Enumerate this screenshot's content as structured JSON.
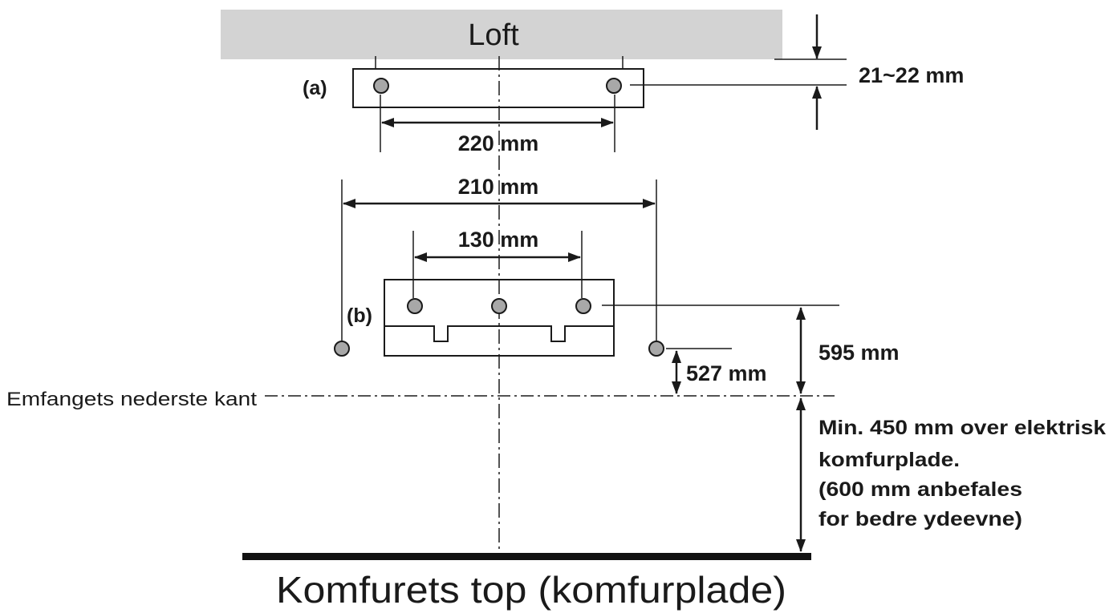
{
  "ceiling": {
    "label": "Loft",
    "color": "#d3d3d3"
  },
  "bracket_a": {
    "label": "(a)"
  },
  "bracket_b": {
    "label": "(b)"
  },
  "dimensions": {
    "gap_ceiling_bracket": "21~22 mm",
    "a_screw_spacing": "220 mm",
    "outer_screw_spacing": "210 mm",
    "b_screw_spacing": "130 mm",
    "b_to_edge": "595 mm",
    "outer_screw_to_edge": "527 mm"
  },
  "hood_edge_label": "Emfangets nederste kant",
  "clearance_note": {
    "line1": "Min. 450 mm over elektrisk",
    "line2": "komfurplade.",
    "line3": "(600 mm anbefales",
    "line4": "for bedre ydeevne)"
  },
  "stove_label": "Komfurets top (komfurplade)"
}
